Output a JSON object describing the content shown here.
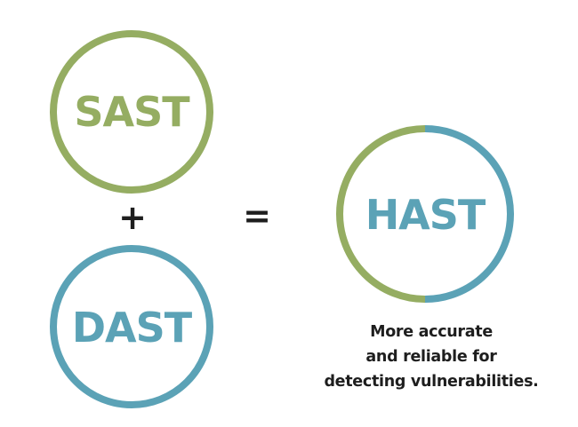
{
  "colors": {
    "sast": "#95ad62",
    "dast": "#5ba2b6",
    "text_dark": "#1e1e1e",
    "background": "#ffffff"
  },
  "sast": {
    "label": "SAST"
  },
  "dast": {
    "label": "DAST"
  },
  "hast": {
    "label": "HAST"
  },
  "operators": {
    "plus": "+",
    "equals": "="
  },
  "caption": {
    "lines": [
      "More accurate",
      "and reliable for",
      "detecting vulnerabilities."
    ]
  }
}
